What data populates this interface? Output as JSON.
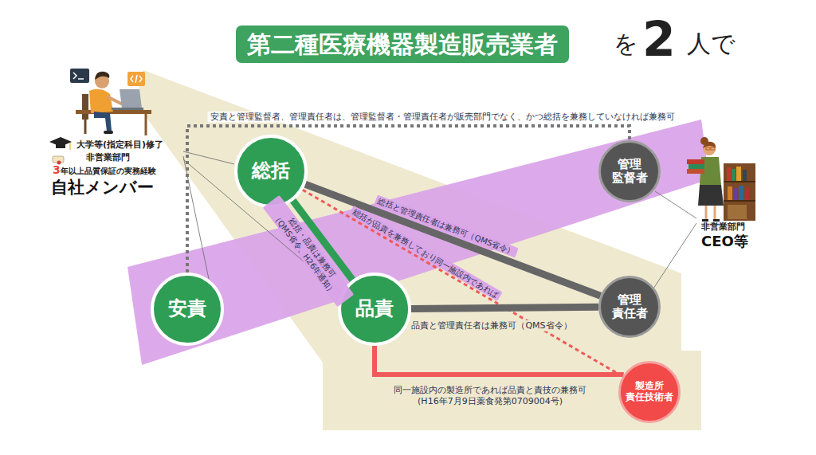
{
  "diagram": {
    "title": "第二種医療機器製造販売業者",
    "nodes": [
      {
        "text": [
          "総括"
        ]
      },
      {
        "text": [
          "管理 監督者"
        ]
      },
      {
        "text": [
          "安責"
        ]
      },
      {
        "text": [
          "品責"
        ]
      },
      {
        "text": [
          "管理 責任者"
        ]
      },
      {
        "text": [
          "製造所 責任技術者"
        ]
      }
    ],
    "edges": [
      {
        "from": 2,
        "to": 1,
        "arrow": "none",
        "label": "安責と管理監督者、管理責任者は、管理監督者・管理責任者が販売部門でなく、かつ総括を兼務していなければ兼務可"
      },
      {
        "from": 0,
        "to": 4,
        "arrow": "none",
        "label": "総括と管理責任者は兼務可（QMS省令）"
      },
      {
        "from": 0,
        "to": 3,
        "arrow": "none",
        "label": "総括・品責は兼務可 （QMS省令、H26年通知）"
      },
      {
        "from": 0,
        "to": 5,
        "arrow": "none",
        "label": "総括が品責を兼務しており同一施設内であれば"
      },
      {
        "from": 3,
        "to": 4,
        "arrow": "none",
        "label": "品責と管理責任者は兼務可（QMS省令）"
      },
      {
        "from": 3,
        "to": 5,
        "arrow": "none",
        "label": "同一施設内の製造所であれば品責と責技の兼務可 (H16年7月9日薬食発第0709004号)"
      }
    ],
    "labels": [
      "を",
      "2",
      "人で",
      "大学等(指定科目)修了",
      "非営業部門",
      "3年以上品質保証の実務経験",
      "自社メンバー",
      "非営業部門",
      "CEO等"
    ]
  }
}
